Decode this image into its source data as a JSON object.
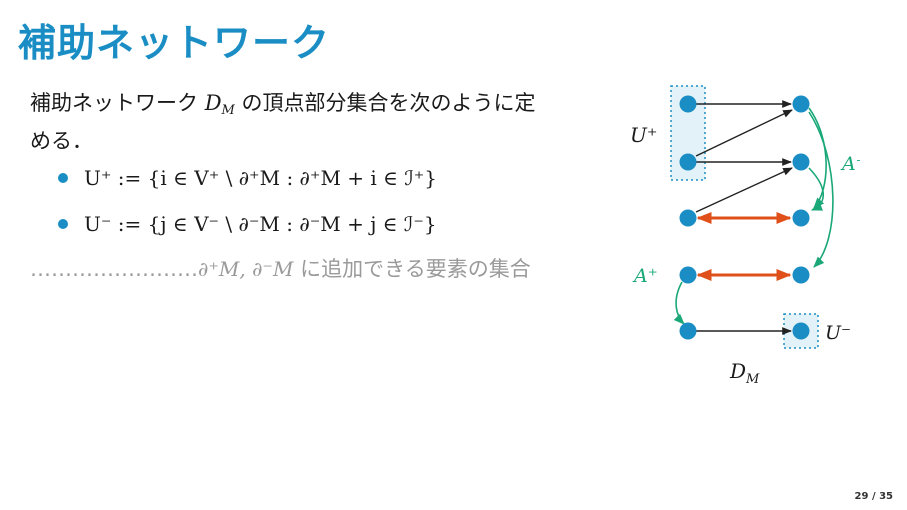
{
  "slide": {
    "title": "補助ネットワーク",
    "intro_prefix": "補助ネットワーク ",
    "intro_math": "D",
    "intro_math_sub": "M",
    "intro_suffix": " の頂点部分集合を次のように定",
    "intro_line2": "める．",
    "bullets": [
      {
        "formula": "U⁺ := {i ∈ V⁺ \\ ∂⁺M : ∂⁺M + i ∈ ℐ⁺}"
      },
      {
        "formula": "U⁻ := {j ∈ V⁻ \\ ∂⁻M : ∂⁻M + j ∈ ℐ⁻}"
      }
    ],
    "note_dots": "……………………",
    "note_formula": "∂⁺M, ∂⁻M",
    "note_text": " に追加できる要素の集合",
    "page_number": "29 / 35"
  },
  "diagram": {
    "labels": {
      "u_plus": "U⁺",
      "u_minus": "U⁻",
      "a_plus": "A⁺",
      "a_minus": "A⁻",
      "d_m": "D",
      "d_m_sub": "M"
    },
    "colors": {
      "node": "#1a8ec4",
      "edge": "#222222",
      "matching": "#e0501a",
      "green": "#1aa878",
      "box_fill": "#e3f2f8",
      "box_border": "#1a8ec4"
    }
  }
}
